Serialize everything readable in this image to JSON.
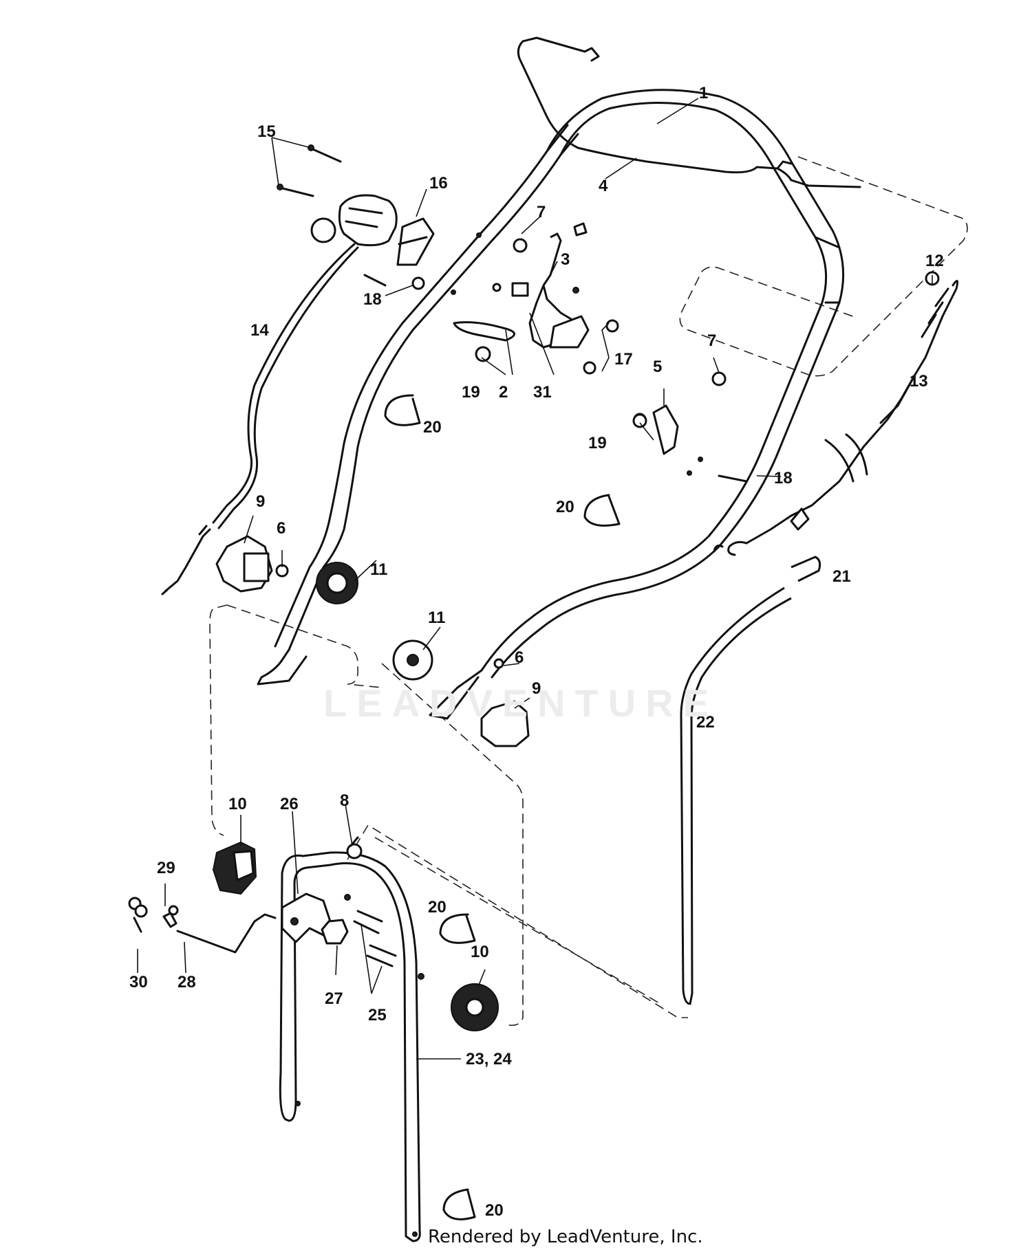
{
  "watermark": "LEADVENTURE",
  "footer": "Rendered by LeadVenture, Inc.",
  "callouts": {
    "c1": "1",
    "c2": "2",
    "c3": "3",
    "c4": "4",
    "c5": "5",
    "c6a": "6",
    "c6b": "6",
    "c7a": "7",
    "c7b": "7",
    "c8": "8",
    "c9a": "9",
    "c9b": "9",
    "c10a": "10",
    "c10b": "10",
    "c11a": "11",
    "c11b": "11",
    "c12": "12",
    "c13": "13",
    "c14": "14",
    "c15": "15",
    "c16": "16",
    "c17": "17",
    "c18a": "18",
    "c18b": "18",
    "c19a": "19",
    "c19b": "19",
    "c20a": "20",
    "c20b": "20",
    "c20c": "20",
    "c20d": "20",
    "c21": "21",
    "c22": "22",
    "c23": "23, 24",
    "c25": "25",
    "c26": "26",
    "c27": "27",
    "c28": "28",
    "c29": "29",
    "c30": "30",
    "c31": "31"
  }
}
